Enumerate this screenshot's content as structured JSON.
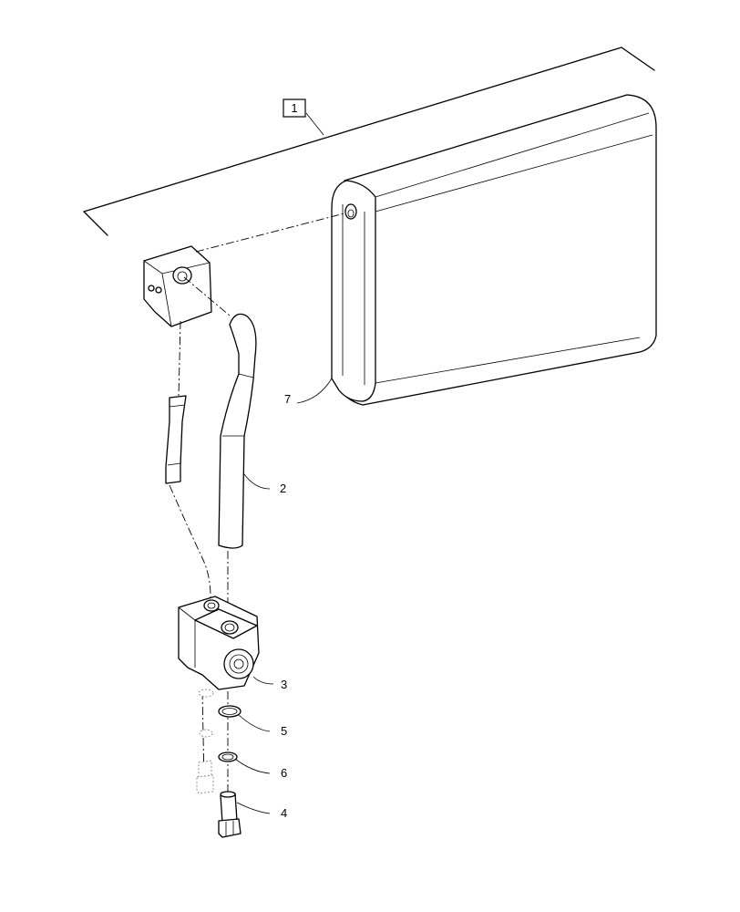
{
  "callouts": {
    "assembly": "1",
    "hose": "2",
    "valve_block": "3",
    "fitting": "4",
    "o_ring_large": "5",
    "o_ring_small": "6",
    "evaporator_core": "7"
  }
}
